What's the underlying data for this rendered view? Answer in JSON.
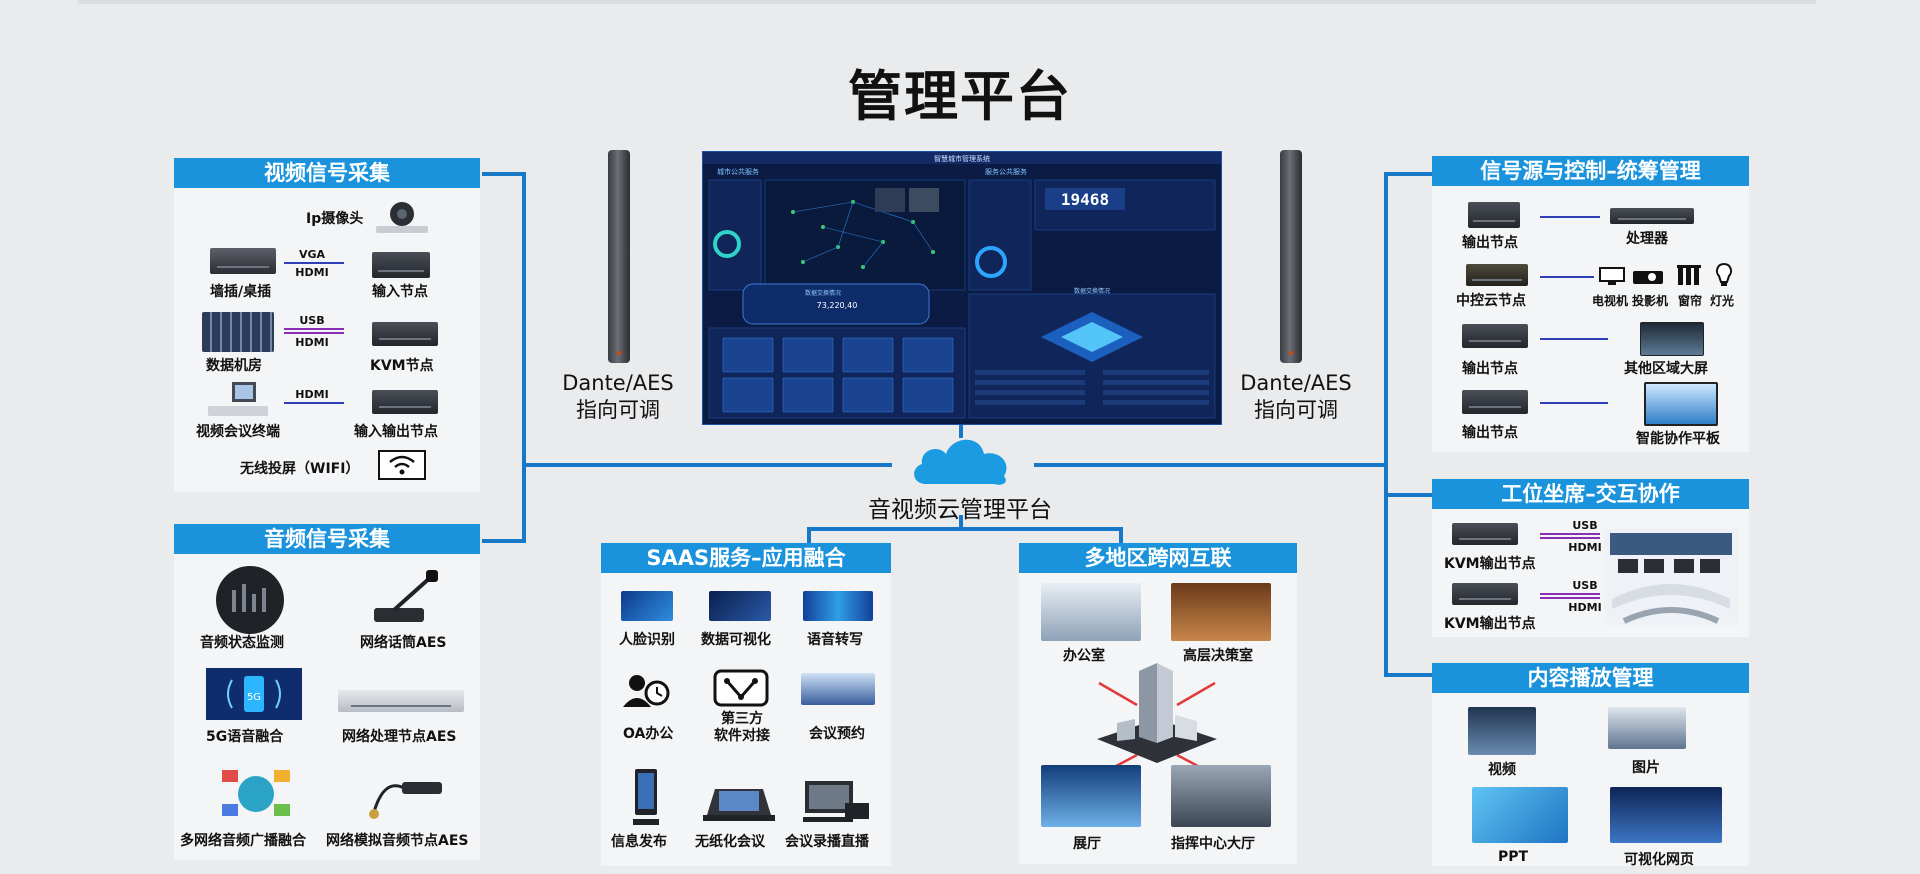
{
  "title": "管理平台",
  "speaker_label_1": "Dante/AES",
  "speaker_label_2": "指向可调",
  "cloud_label": "音视频云管理平台",
  "video_panel": {
    "header": "视频信号采集",
    "ip_camera": "Ip摄像头",
    "wall_socket": "墙插/桌插",
    "vga": "VGA",
    "hdmi": "HDMI",
    "input_node": "输入节点",
    "data_room": "数据机房",
    "usb": "USB",
    "kvm_node": "KVM节点",
    "conf_terminal": "视频会议终端",
    "io_node": "输入输出节点",
    "wireless": "无线投屏（WIFI）"
  },
  "audio_panel": {
    "header": "音频信号采集",
    "items": [
      "音频状态监测",
      "网络话筒AES",
      "5G语音融合",
      "网络处理节点AES",
      "多网络音频广播融合",
      "网络模拟音频节点AES"
    ]
  },
  "saas_panel": {
    "header": "SAAS服务–应用融合",
    "items": [
      "人脸识别",
      "数据可视化",
      "语音转写",
      "OA办公",
      "第三方",
      "软件对接",
      "会议预约",
      "信息发布",
      "无纸化会议",
      "会议录播直播"
    ]
  },
  "region_panel": {
    "header": "多地区跨网互联",
    "items": [
      "办公室",
      "高层决策室",
      "展厅",
      "指挥中心大厅"
    ]
  },
  "signal_panel": {
    "header": "信号源与控制–统筹管理",
    "output_node": "输出节点",
    "processor": "处理器",
    "central_node": "中控云节点",
    "devices": [
      "电视机",
      "投影机",
      "窗帘",
      "灯光"
    ],
    "other_screen": "其他区域大屏",
    "smart_board": "智能协作平板"
  },
  "seat_panel": {
    "header": "工位坐席–交互协作",
    "kvm_output": "KVM输出节点",
    "usb": "USB",
    "hdmi": "HDMI"
  },
  "content_panel": {
    "header": "内容播放管理",
    "items": [
      "视频",
      "图片",
      "PPT",
      "可视化网页"
    ]
  },
  "screen": {
    "title": "智慧城市管理系统",
    "left_title": "城市公共服务",
    "right_title": "服务公共服务",
    "bottom_left": "数据交换情况",
    "bottom_right": "数据交换情况",
    "counter": "19468",
    "stat": "73,220,40"
  },
  "colors": {
    "accent": "#1b93dc",
    "line": "#1878c8"
  }
}
